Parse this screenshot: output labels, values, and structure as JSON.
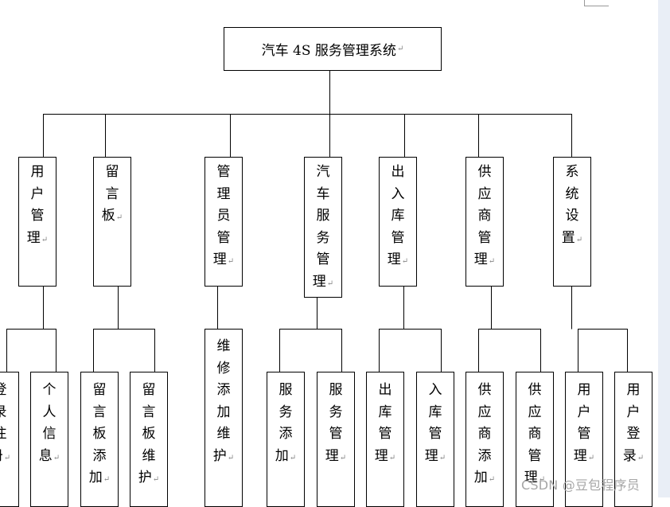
{
  "root": {
    "label": "汽车 4S 服务管理系统"
  },
  "paragraph_mark": "↵",
  "modules": [
    {
      "label": "用户管理"
    },
    {
      "label": "留言板"
    },
    {
      "label": "管理员管理"
    },
    {
      "label": "汽车服务管理"
    },
    {
      "label": "出入库管理"
    },
    {
      "label": "供应商管理"
    },
    {
      "label": "系统设置"
    }
  ],
  "functions": [
    {
      "label": "登录注册"
    },
    {
      "label": "个人信息"
    },
    {
      "label": "留言板添加"
    },
    {
      "label": "留言板维护"
    },
    {
      "label": "维修添加维护"
    },
    {
      "label": "服务添加"
    },
    {
      "label": "服务管理"
    },
    {
      "label": "出库管理"
    },
    {
      "label": "入库管理"
    },
    {
      "label": "供应商添加"
    },
    {
      "label": "供应商管理"
    },
    {
      "label": "用户管理"
    },
    {
      "label": "用户登录"
    }
  ],
  "watermark": "CSDN @豆包程序员"
}
